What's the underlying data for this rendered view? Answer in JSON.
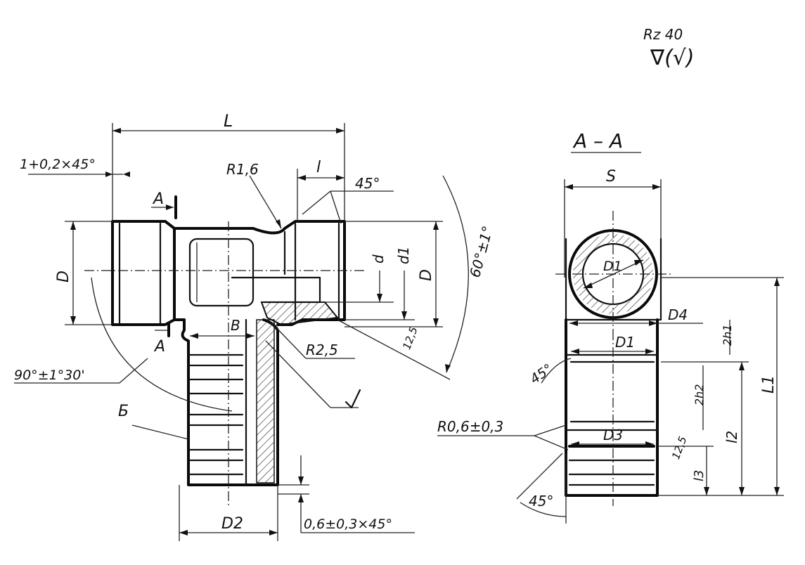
{
  "surface_finish": {
    "rz": "Rz 40",
    "symbol": "∇(√)"
  },
  "section_label": "А – А",
  "left_view": {
    "dim_L": "L",
    "dim_l": "l",
    "dim_D": "D",
    "dim_D_right": "D",
    "dim_d": "d",
    "dim_d1": "d1",
    "dim_B": "B",
    "dim_D2": "D2",
    "chamfer_top": "1+0,2×45°",
    "chamfer_bottom": "0,6±0,3×45°",
    "radius_r16": "R1,6",
    "radius_r25": "R2,5",
    "angle_45": "45°",
    "angle_60": "60°±1°",
    "angle_90": "90°±1°30'",
    "section_mark_a_top": "А",
    "section_mark_a_bottom": "А",
    "label_b": "Б",
    "roughness_small": "12,5"
  },
  "right_view": {
    "dim_S": "S",
    "dim_D1_circle": "D1",
    "dim_D1": "D1",
    "dim_D3": "D3",
    "dim_D4": "D4",
    "dim_L1": "L1",
    "dim_l2": "l2",
    "dim_l3": "l3",
    "dim_2h1": "2h1",
    "dim_2h2": "2h2",
    "angle_45_top": "45°",
    "angle_45_bottom": "45°",
    "radius_r06": "R0,6±0,3",
    "roughness_small": "12,5"
  }
}
